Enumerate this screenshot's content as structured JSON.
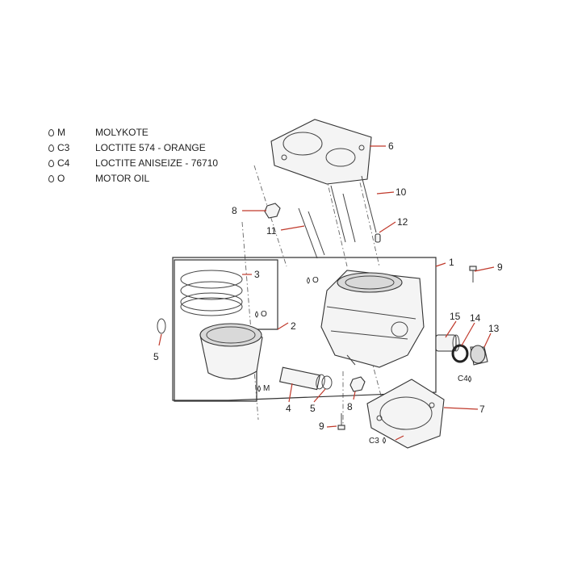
{
  "legend": [
    {
      "symbol": "M",
      "description": "MOLYKOTE"
    },
    {
      "symbol": "C3",
      "description": "LOCTITE 574 - ORANGE"
    },
    {
      "symbol": "C4",
      "description": "LOCTITE ANISEIZE - 76710"
    },
    {
      "symbol": "O",
      "description": "MOTOR OIL"
    }
  ],
  "callouts": {
    "c1": "1",
    "c2": "2",
    "c3": "3",
    "c4": "4",
    "c5a": "5",
    "c5b": "5",
    "c6": "6",
    "c7": "7",
    "c8a": "8",
    "c8b": "8",
    "c9a": "9",
    "c9b": "9",
    "c10": "10",
    "c11": "11",
    "c12": "12",
    "c13": "13",
    "c14": "14",
    "c15": "15"
  },
  "materials": {
    "m_cyl": "O",
    "m_piston": "O",
    "m_pin": "M",
    "m_base": "C3",
    "m_plug": "C4"
  }
}
